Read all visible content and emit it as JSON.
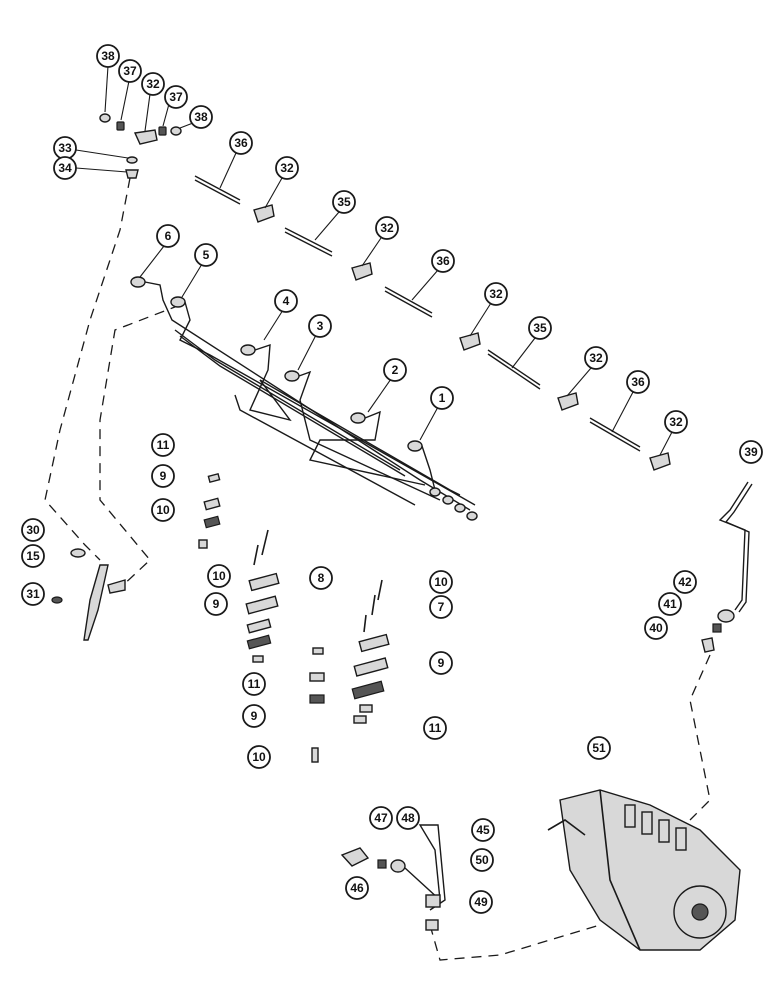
{
  "callouts": {
    "c1": "1",
    "c2": "2",
    "c3": "3",
    "c4": "4",
    "c5": "5",
    "c6": "6",
    "c7": "7",
    "c8": "8",
    "c9a": "9",
    "c9b": "9",
    "c9c": "9",
    "c9d": "9",
    "c10a": "10",
    "c10b": "10",
    "c10c": "10",
    "c10d": "10",
    "c11a": "11",
    "c11b": "11",
    "c11c": "11",
    "c15": "15",
    "c30": "30",
    "c31": "31",
    "c32a": "32",
    "c32b": "32",
    "c32c": "32",
    "c32d": "32",
    "c32e": "32",
    "c32f": "32",
    "c33": "33",
    "c34": "34",
    "c35a": "35",
    "c35b": "35",
    "c36a": "36",
    "c36b": "36",
    "c36c": "36",
    "c37a": "37",
    "c37b": "37",
    "c38a": "38",
    "c38b": "38",
    "c39": "39",
    "c40": "40",
    "c41": "41",
    "c42": "42",
    "c45": "45",
    "c46": "46",
    "c47": "47",
    "c48": "48",
    "c49": "49",
    "c50": "50",
    "c51": "51"
  }
}
